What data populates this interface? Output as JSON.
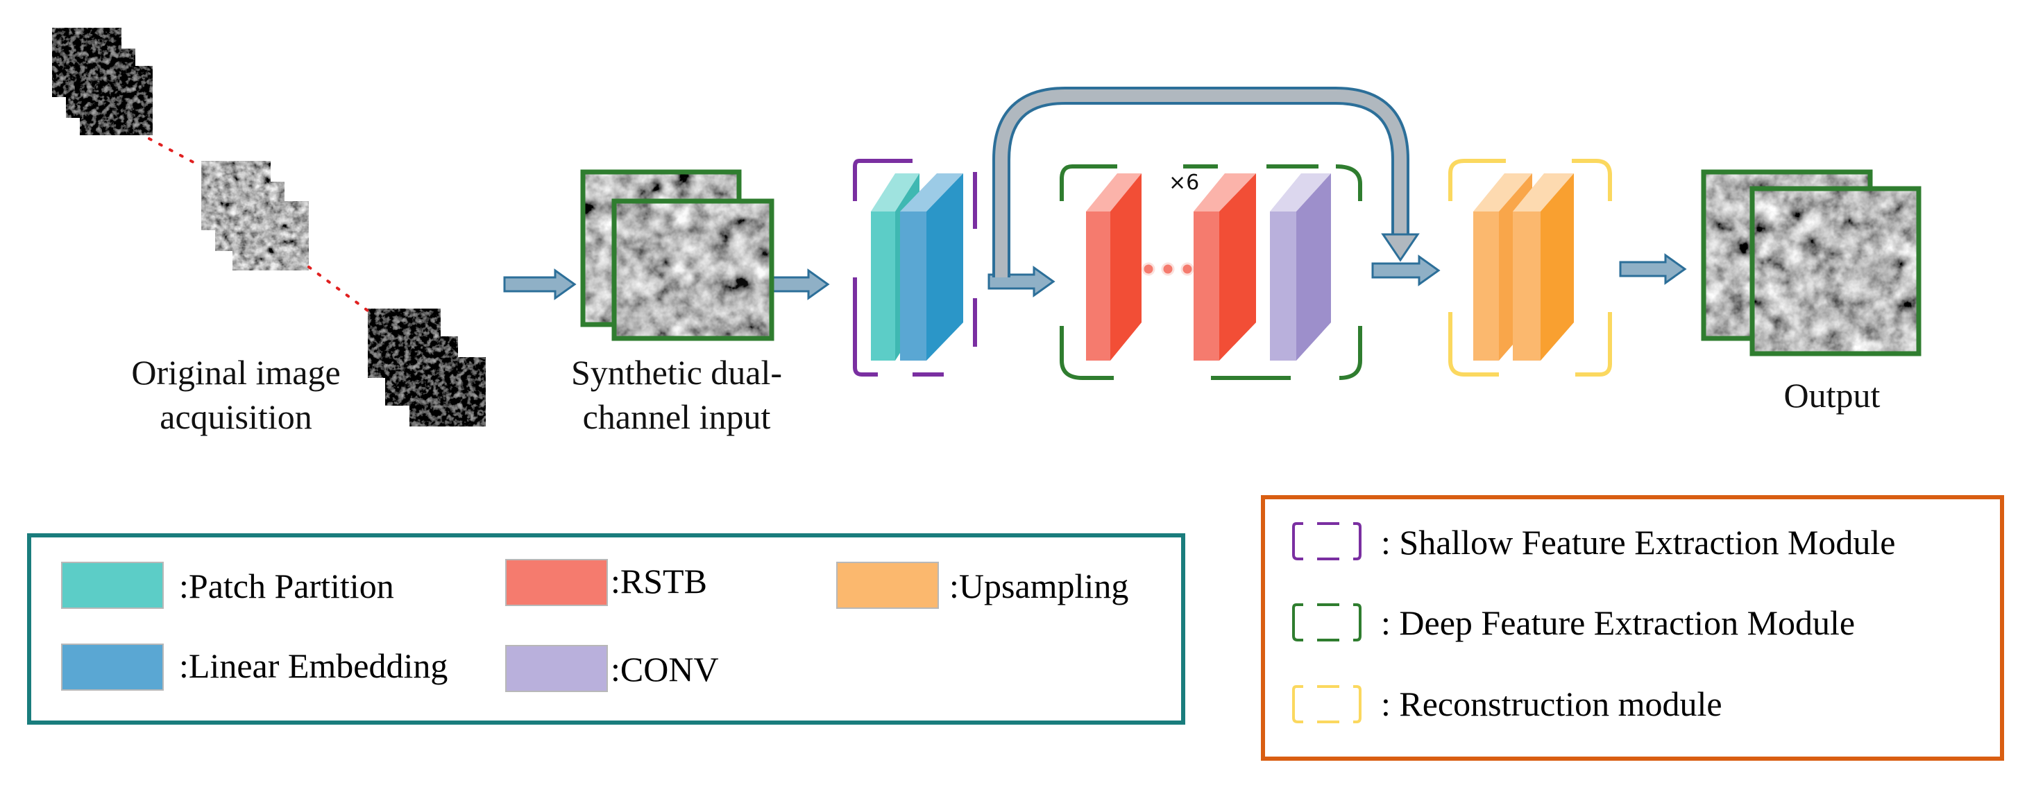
{
  "stages": {
    "acquisition": "Original image\nacquisition",
    "synthetic": "Synthetic dual-\nchannel input",
    "output": "Output",
    "repeat": "×6"
  },
  "legend": {
    "patch_partition": ":Patch Partition",
    "linear_embedding": ":Linear Embedding",
    "rstb": ":RSTB",
    "conv": ":CONV",
    "upsampling": ":Upsampling"
  },
  "modules": {
    "shallow": ": Shallow Feature Extraction Module",
    "deep": ": Deep Feature Extraction Module",
    "reconstruction": ": Reconstruction module"
  },
  "colors": {
    "patch_partition": "#5ccdc7",
    "linear_embedding": "#5aa7d3",
    "rstb": "#f57b6e",
    "conv": "#b9b0dc",
    "upsampling": "#fbb86e",
    "shallow_border": "#7a2fa1",
    "deep_border": "#2f7d2f",
    "reconstruction_border": "#fbd85f",
    "legend_border": "#1a7d7d",
    "module_legend_border": "#d95e12",
    "arrow": "#2c6f99"
  }
}
